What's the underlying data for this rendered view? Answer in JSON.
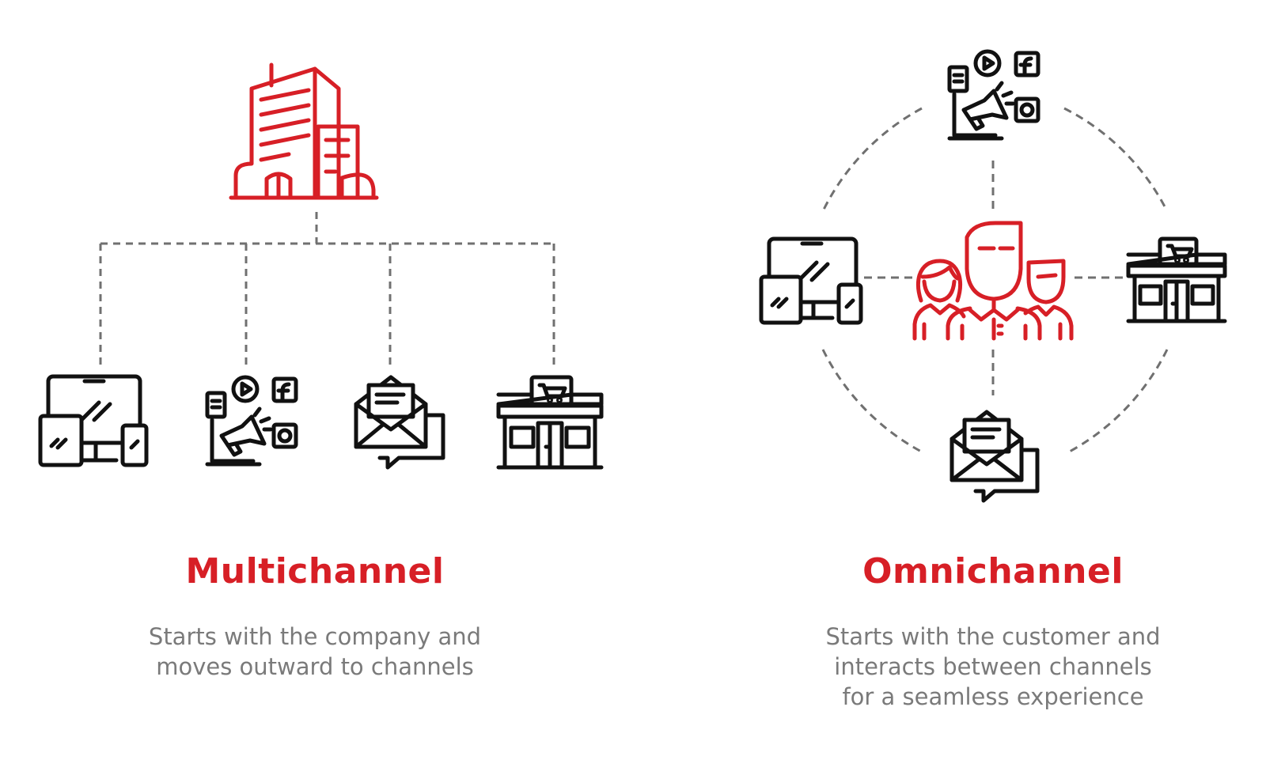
{
  "colors": {
    "accent": "#d71f26",
    "icon": "#111111",
    "connector": "#707070",
    "description_text": "#7a7a7a"
  },
  "multichannel": {
    "title": "Multichannel",
    "description_lines": [
      "Starts with the company and",
      "moves outward to channels"
    ],
    "hub_icon": "office-building-icon",
    "channel_icons": [
      "devices-icon",
      "social-media-marketing-icon",
      "email-chat-icon",
      "storefront-cart-icon"
    ]
  },
  "omnichannel": {
    "title": "Omnichannel",
    "description_lines": [
      "Starts with the customer and",
      "interacts between channels",
      "for a seamless experience"
    ],
    "hub_icon": "customer-group-icon",
    "channel_icons": [
      "social-media-marketing-icon",
      "devices-icon",
      "storefront-cart-icon",
      "email-chat-icon"
    ]
  }
}
